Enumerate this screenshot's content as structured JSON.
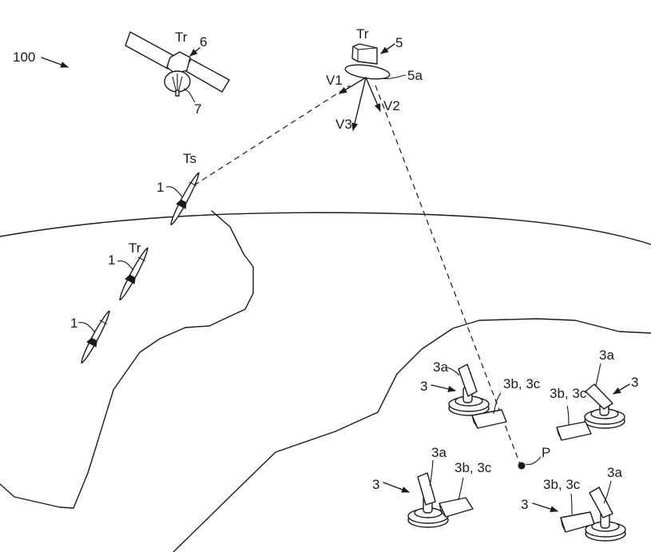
{
  "figure": {
    "system_label": "100",
    "satellite": {
      "ref": "6",
      "antenna_ref": "7",
      "tag": "Tr"
    },
    "aircraft": {
      "ref": "5",
      "antenna_ref": "5a",
      "tag": "Tr",
      "vectors": [
        "V1",
        "V2",
        "V3"
      ]
    },
    "missiles": [
      {
        "ref": "1",
        "tag": "Ts"
      },
      {
        "ref": "1",
        "tag": "Tr"
      },
      {
        "ref": "1",
        "tag": ""
      }
    ],
    "ground_stations": [
      {
        "ref": "3",
        "turret_ref": "3a",
        "box_ref": "3b, 3c"
      },
      {
        "ref": "3",
        "turret_ref": "3a",
        "box_ref": "3b, 3c"
      },
      {
        "ref": "3",
        "turret_ref": "3a",
        "box_ref": "3b, 3c"
      },
      {
        "ref": "3",
        "turret_ref": "3a",
        "box_ref": "3b, 3c"
      }
    ],
    "point_label": "P"
  }
}
